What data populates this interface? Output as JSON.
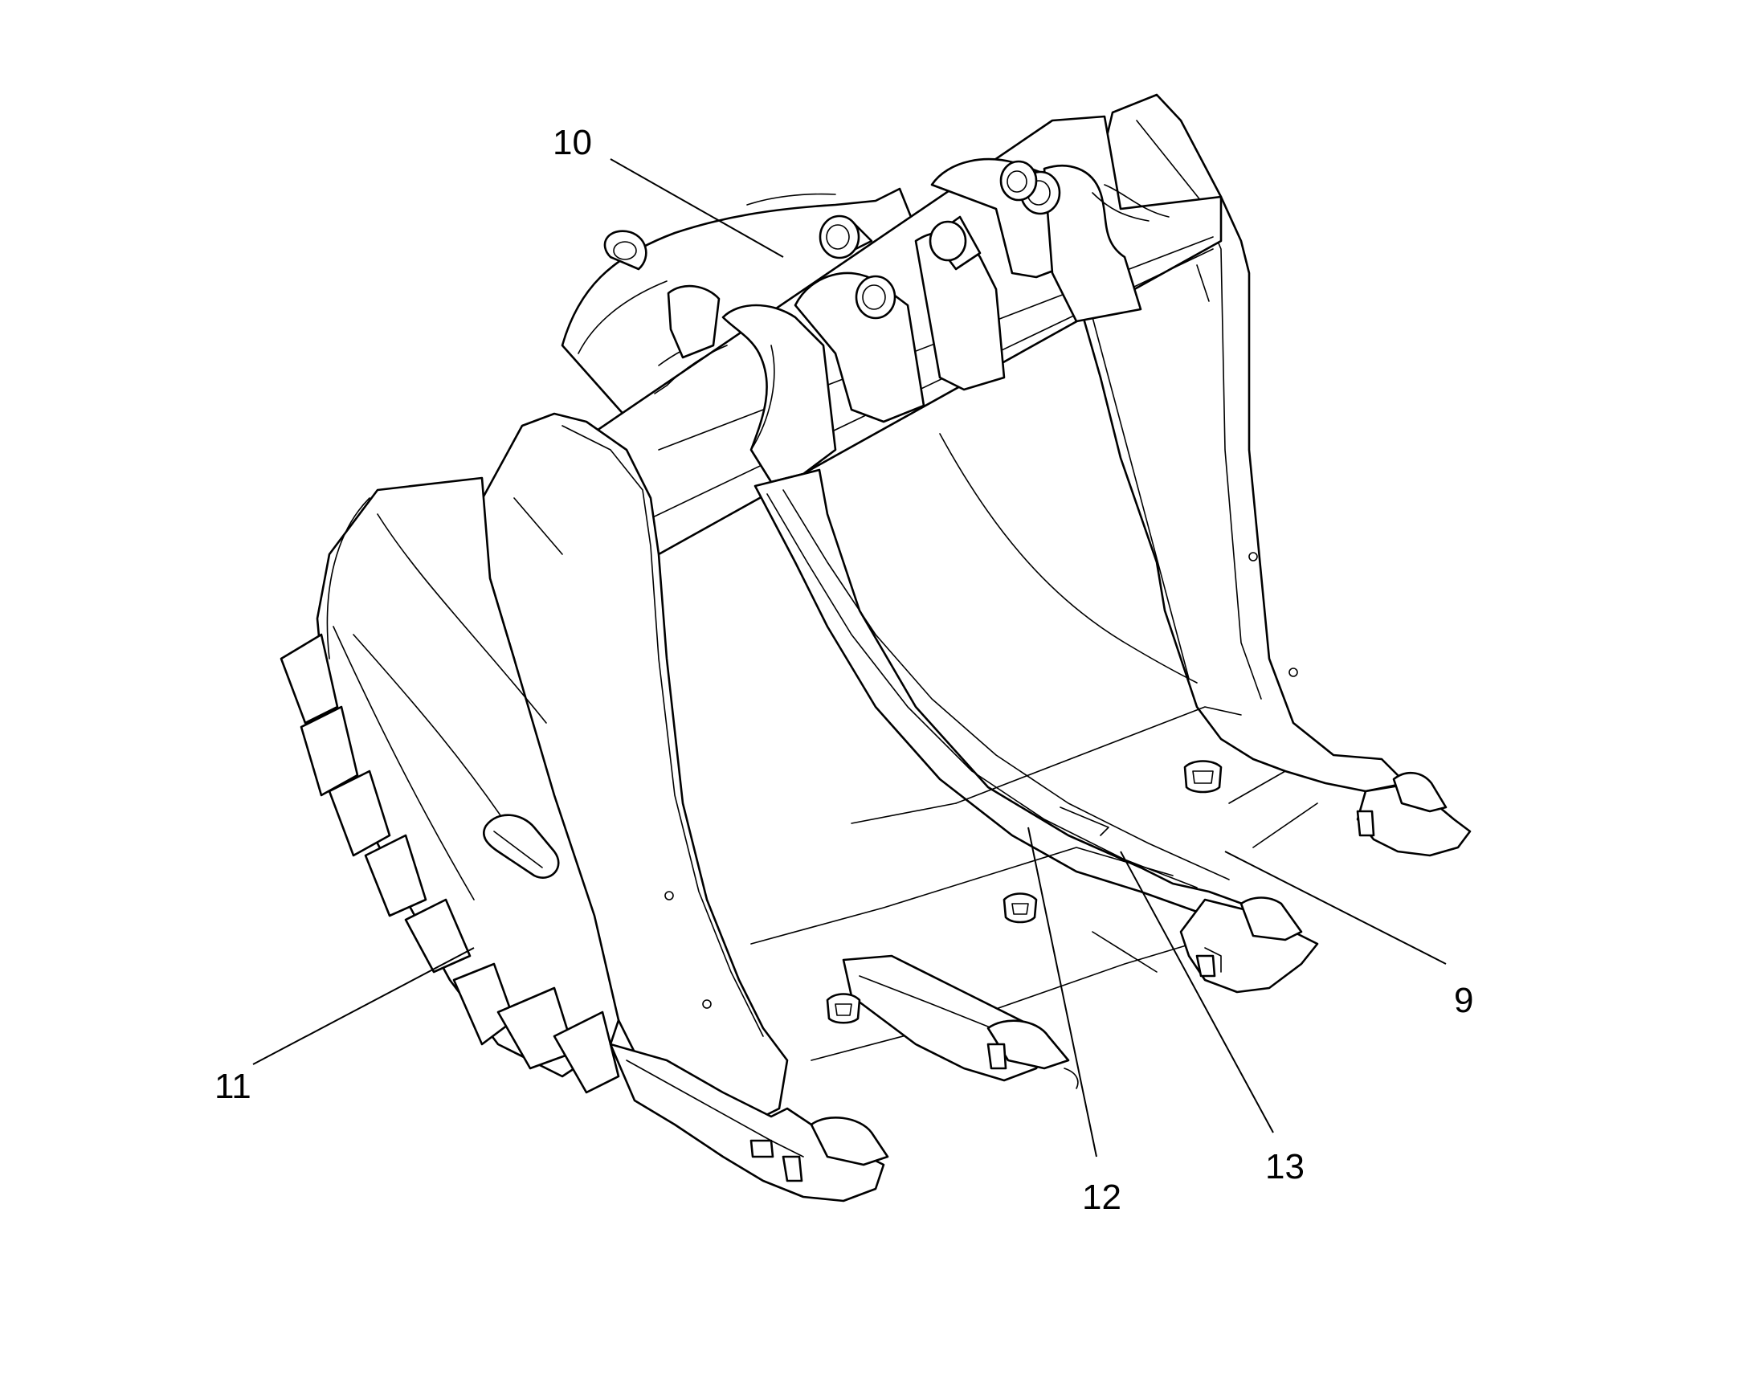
{
  "figure": {
    "subject": "excavator-bucket-exploded-view",
    "callouts": [
      {
        "id": "c10",
        "text": "10"
      },
      {
        "id": "c11",
        "text": "11"
      },
      {
        "id": "c12",
        "text": "12"
      },
      {
        "id": "c13",
        "text": "13"
      },
      {
        "id": "c9",
        "text": "9"
      }
    ]
  }
}
